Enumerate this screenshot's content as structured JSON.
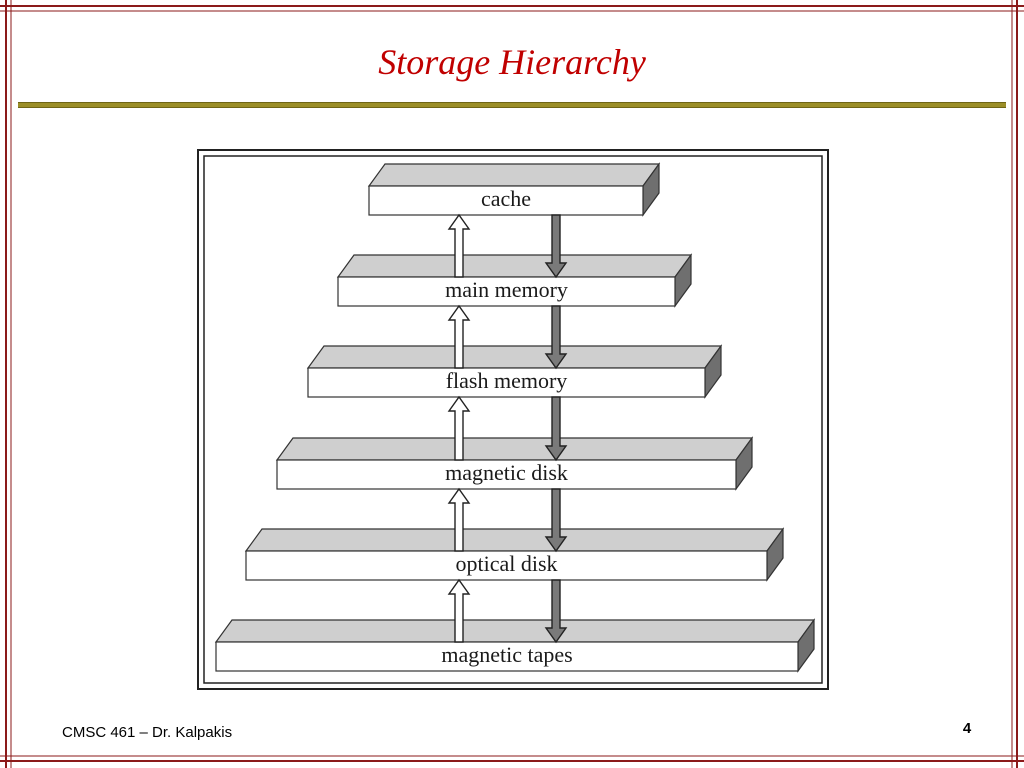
{
  "slide": {
    "title": "Storage Hierarchy",
    "footer": "CMSC 461 – Dr. Kalpakis",
    "page_number": "4",
    "colors": {
      "title": "#c00000",
      "border": "#8b1a1a",
      "rule": "#9b8e28"
    }
  },
  "diagram": {
    "tiers": [
      {
        "label": "cache"
      },
      {
        "label": "main memory"
      },
      {
        "label": "flash memory"
      },
      {
        "label": "magnetic disk"
      },
      {
        "label": "optical disk"
      },
      {
        "label": "magnetic tapes"
      }
    ],
    "arrows": {
      "up": "hollow-up-arrow",
      "down": "filled-down-arrow"
    }
  }
}
